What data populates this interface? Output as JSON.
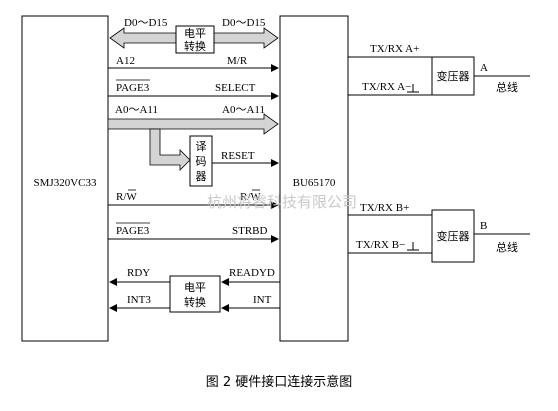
{
  "blocks": {
    "dsp": "SMJ320VC33",
    "bu": "BU65170",
    "level_shift_top": [
      "电平",
      "转换"
    ],
    "decoder": [
      "译",
      "码",
      "器"
    ],
    "level_shift_bottom": [
      "电平",
      "转换"
    ],
    "transformer_a": "变压器",
    "transformer_b": "变压器"
  },
  "signals": {
    "data_left": "D0～D15",
    "data_right": "D0～D15",
    "a12": "A12",
    "mr": "M/R",
    "page3_top": "PAGE3",
    "select": "SELECT",
    "addr_left": "A0～A11",
    "addr_right": "A0～A11",
    "reset": "RESET",
    "rw_left": "R/W",
    "rw_right": "R/W",
    "page3_bottom": "PAGE3",
    "strbd": "STRBD",
    "rdy": "RDY",
    "readyd": "READYD",
    "int3": "INT3",
    "int": "INT"
  },
  "bus_side": {
    "txrx_a_plus": "TX/RX  A+",
    "txrx_a_minus": "TX/RX  A−",
    "txrx_b_plus": "TX/RX  B+",
    "txrx_b_minus": "TX/RX  B−",
    "label_a": "A",
    "label_b": "B",
    "bus_a": "总线",
    "bus_b": "总线"
  },
  "watermark": "杭州将睿科技有限公司",
  "caption": "图 2    硬件接口连接示意图"
}
